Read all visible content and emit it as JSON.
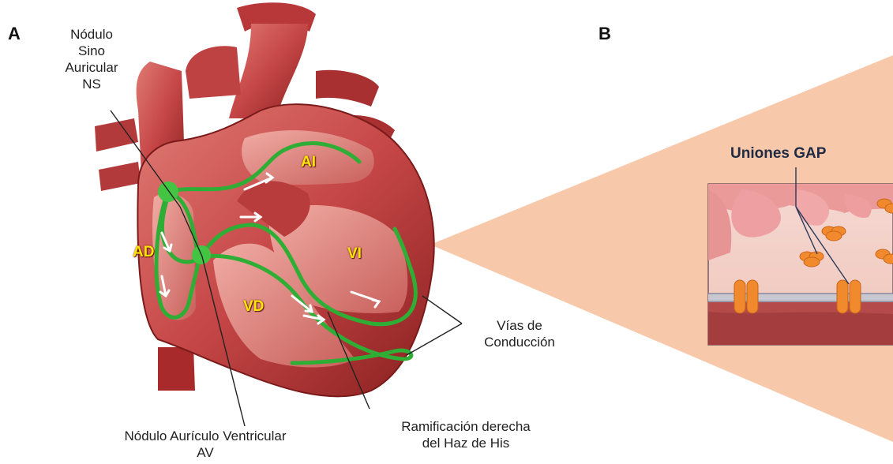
{
  "panels": {
    "a": "A",
    "b": "B"
  },
  "labels": {
    "sa_node": [
      "Nódulo",
      "Sino",
      "Auricular",
      "NS"
    ],
    "av_node": [
      "Nódulo Aurículo Ventricular",
      "AV"
    ],
    "bundle": [
      "Ramificación derecha",
      "del Haz de His"
    ],
    "pathways": [
      "Vías de",
      "Conducción"
    ],
    "gap": "Uniones GAP"
  },
  "chambers": {
    "ai": "AI",
    "ad": "AD",
    "vi": "VI",
    "vd": "VD"
  },
  "colors": {
    "muscle": "#c84a4a",
    "muscle_dark": "#8e2424",
    "muscle_light": "#e58a84",
    "conduction": "#35b53a",
    "zoom": "#f6c8aa",
    "cell_bg": "#f3d7cf",
    "gap_protein": "#f08a2c"
  }
}
